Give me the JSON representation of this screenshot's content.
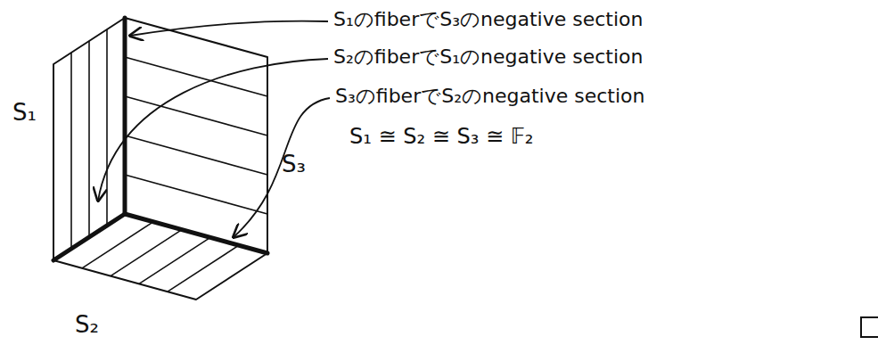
{
  "diagram": {
    "labels": [
      "S₁のfiberでS₃のnegative section",
      "S₂のfiberでS₁のnegative section",
      "S₃のfiberでS₂のnegative section",
      "S₁ ≅ S₂ ≅ S₃ ≅ 𝔽₂",
      "S₁",
      "S₃",
      "S₂"
    ]
  }
}
